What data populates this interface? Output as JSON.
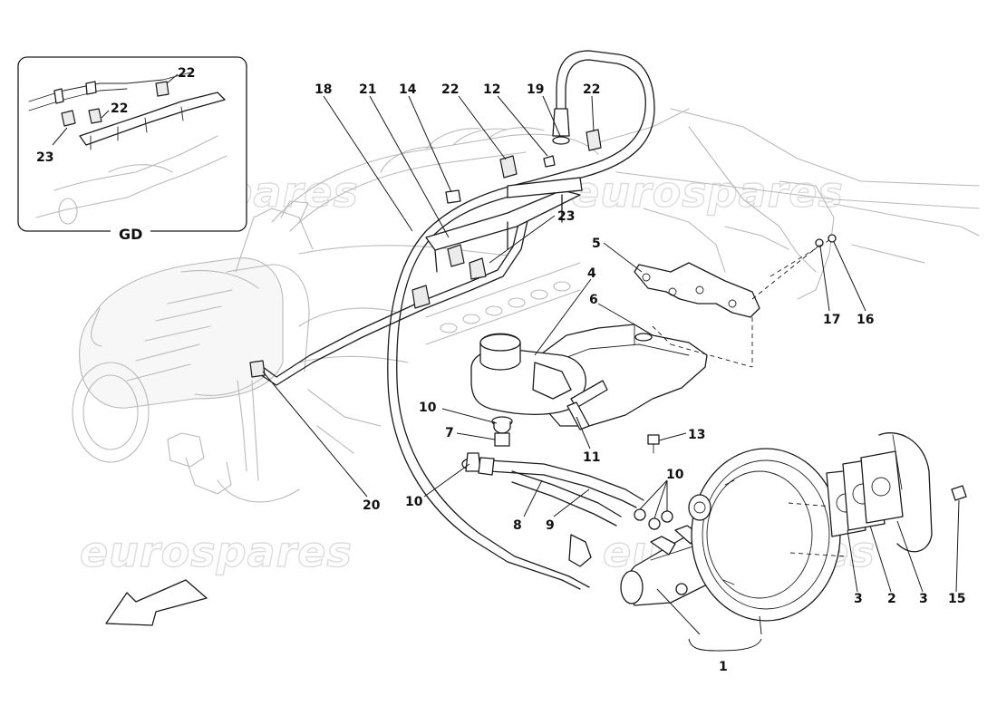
{
  "inset": {
    "label": "GD"
  },
  "watermarks": [
    "eurospares",
    "eurospares",
    "eurospares",
    "eurospares"
  ],
  "callouts": {
    "c18": "18",
    "c21": "21",
    "c14": "14",
    "c22a": "22",
    "c12": "12",
    "c19": "19",
    "c22b": "22",
    "c23": "23",
    "c5": "5",
    "c4": "4",
    "c6": "6",
    "c17": "17",
    "c16": "16",
    "c10a": "10",
    "c7": "7",
    "c11": "11",
    "c13": "13",
    "c10b": "10",
    "c10c": "10",
    "c20": "20",
    "c8": "8",
    "c9": "9",
    "c3a": "3",
    "c2": "2",
    "c3b": "3",
    "c15": "15",
    "c1": "1",
    "gd22a": "22",
    "gd22b": "22",
    "gd23": "23"
  },
  "icons": {
    "direction": "arrow-icon"
  }
}
